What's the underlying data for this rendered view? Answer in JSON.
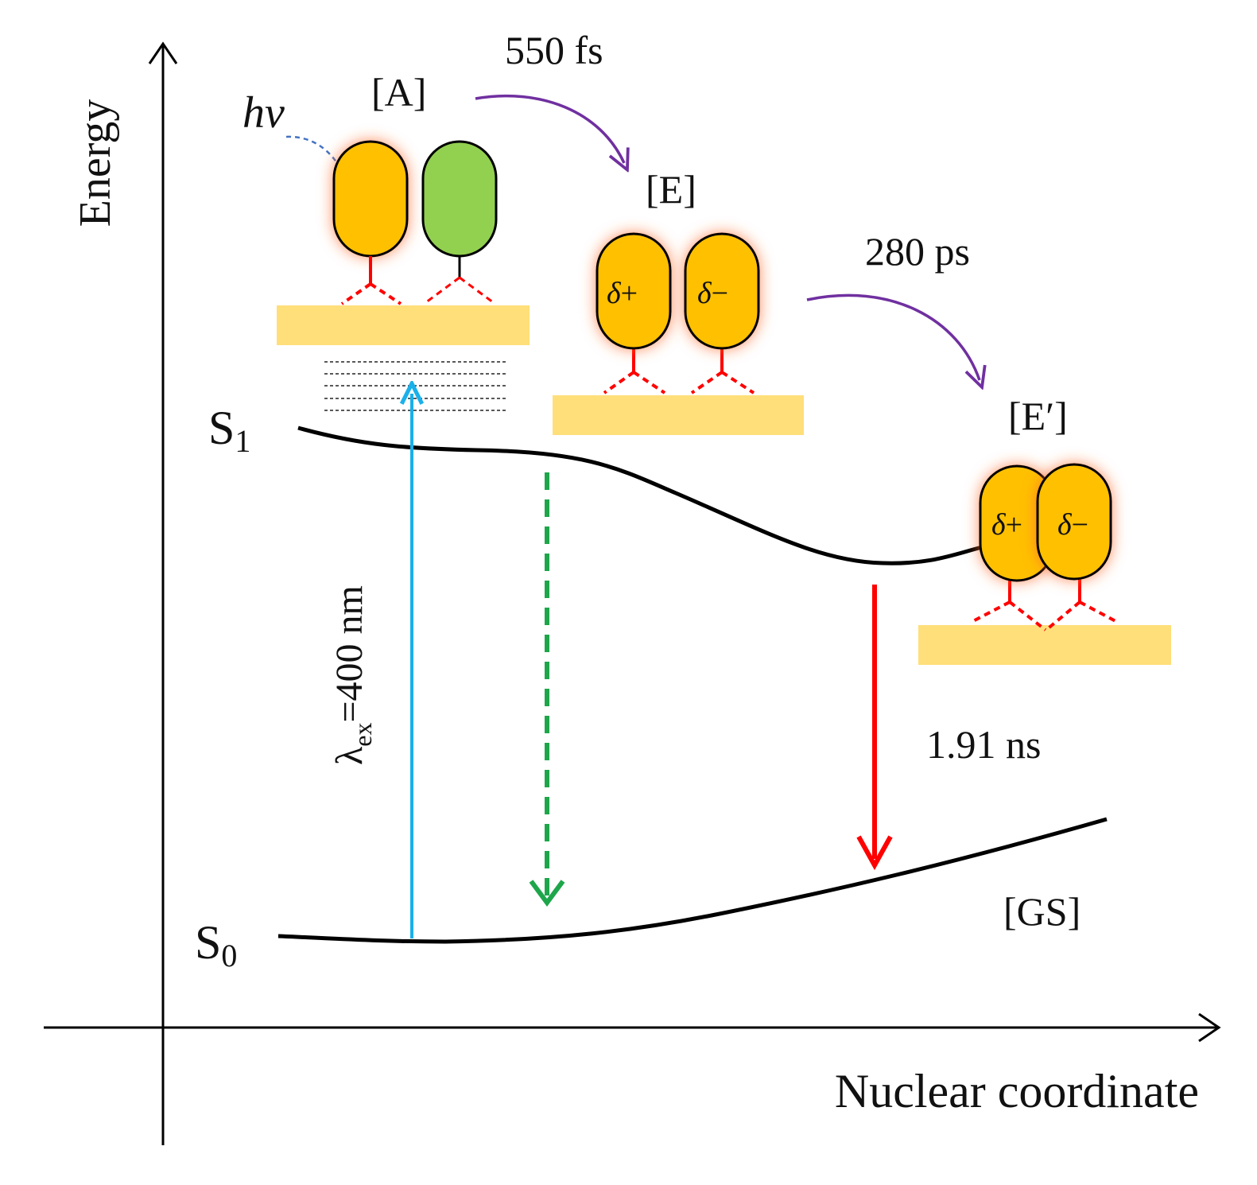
{
  "axes": {
    "y_label": "Energy",
    "x_label": "Nuclear coordinate"
  },
  "states": {
    "s1": {
      "letter": "S",
      "sub": "1"
    },
    "s0": {
      "letter": "S",
      "sub": "0"
    }
  },
  "excitation": {
    "symbol": "λ",
    "sub": "ex",
    "text": "=400 nm",
    "color": "#1ab0ea"
  },
  "photon": {
    "label": "hv"
  },
  "species": {
    "a": "[A]",
    "e": "[E]",
    "e_prime": "[E′]",
    "gs": "[GS]"
  },
  "charges": {
    "e_left": {
      "delta": "δ",
      "sign": "+"
    },
    "e_right": {
      "delta": "δ",
      "sign": "−"
    },
    "ep_left": {
      "delta": "δ",
      "sign": "+"
    },
    "ep_right": {
      "delta": "δ",
      "sign": "−"
    }
  },
  "timescales": {
    "a_to_e": "550 fs",
    "e_to_eprime": "280 ps",
    "eprime_to_gs": "1.91 ns"
  },
  "colors": {
    "capsule_orange": "#ffc000",
    "capsule_green": "#92d050",
    "substrate": "#ffdf7a",
    "linker": "#ff0000",
    "arrow_purple": "#7030a0",
    "arrow_green_dashed": "#1ea64b",
    "arrow_red": "#ff0000",
    "curve": "#000000"
  }
}
